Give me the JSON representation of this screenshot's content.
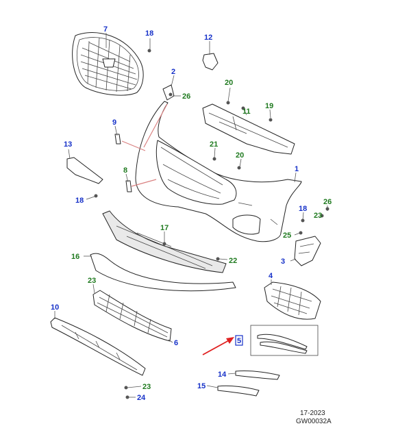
{
  "callouts": {
    "c1": {
      "text": "1",
      "color": "blue"
    },
    "c2": {
      "text": "2",
      "color": "blue"
    },
    "c3": {
      "text": "3",
      "color": "blue"
    },
    "c4": {
      "text": "4",
      "color": "blue"
    },
    "c5": {
      "text": "5",
      "color": "blue"
    },
    "c6": {
      "text": "6",
      "color": "blue"
    },
    "c7": {
      "text": "7",
      "color": "blue"
    },
    "c8": {
      "text": "8",
      "color": "green"
    },
    "c9": {
      "text": "9",
      "color": "blue"
    },
    "c10": {
      "text": "10",
      "color": "blue"
    },
    "c11": {
      "text": "11",
      "color": "green"
    },
    "c12": {
      "text": "12",
      "color": "blue"
    },
    "c13": {
      "text": "13",
      "color": "blue"
    },
    "c14": {
      "text": "14",
      "color": "blue"
    },
    "c15": {
      "text": "15",
      "color": "blue"
    },
    "c16": {
      "text": "16",
      "color": "green"
    },
    "c17": {
      "text": "17",
      "color": "green"
    },
    "c18a": {
      "text": "18",
      "color": "blue"
    },
    "c18b": {
      "text": "18",
      "color": "blue"
    },
    "c18c": {
      "text": "18",
      "color": "blue"
    },
    "c19": {
      "text": "19",
      "color": "green"
    },
    "c20a": {
      "text": "20",
      "color": "green"
    },
    "c20b": {
      "text": "20",
      "color": "green"
    },
    "c21": {
      "text": "21",
      "color": "green"
    },
    "c22": {
      "text": "22",
      "color": "green"
    },
    "c23a": {
      "text": "23",
      "color": "green"
    },
    "c23b": {
      "text": "23",
      "color": "green"
    },
    "c23c": {
      "text": "23",
      "color": "green"
    },
    "c24": {
      "text": "24",
      "color": "blue"
    },
    "c25": {
      "text": "25",
      "color": "green"
    },
    "c26a": {
      "text": "26",
      "color": "green"
    },
    "c26b": {
      "text": "26",
      "color": "green"
    }
  },
  "colors": {
    "blue": "#1530c8",
    "green": "#1f7a1f",
    "highlight_arrow": "#e02020",
    "highlight_box": "#1530c8"
  },
  "footer": {
    "date": "17-2023",
    "code": "GW00032A"
  }
}
